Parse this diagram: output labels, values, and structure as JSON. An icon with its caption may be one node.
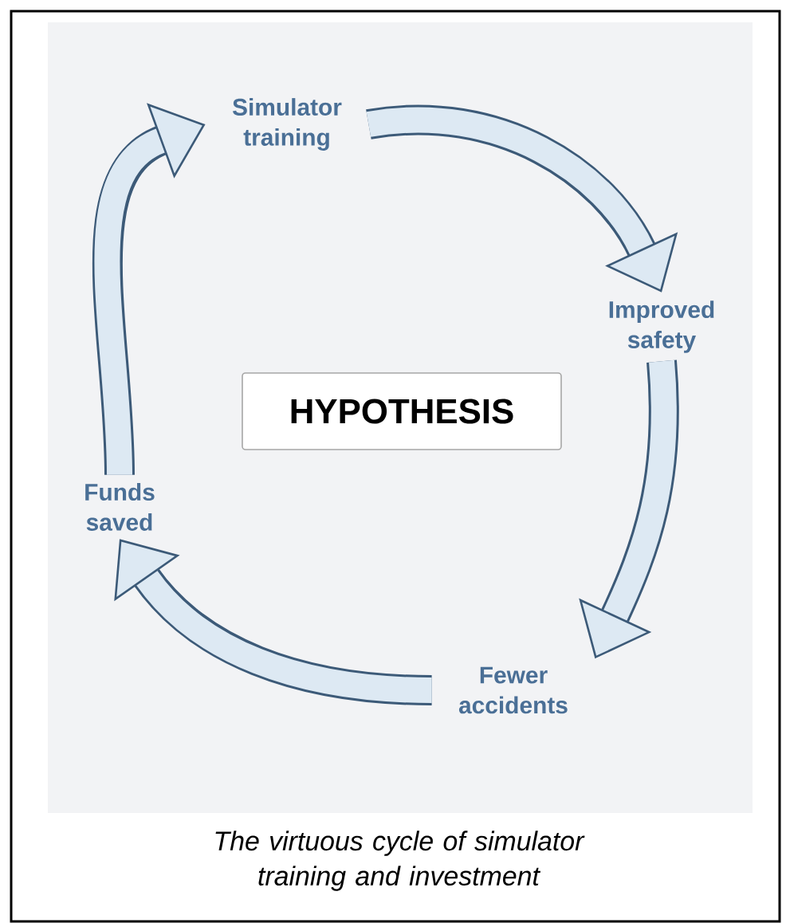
{
  "diagram": {
    "caption": "The virtuous cycle of simulator training and investment",
    "nodes": [
      {
        "text": [
          "Simulator training"
        ]
      },
      {
        "text": [
          "Improved safety"
        ]
      },
      {
        "text": [
          "Fewer accidents"
        ]
      },
      {
        "text": [
          "Funds saved"
        ]
      },
      {
        "text": [
          "HYPOTHESIS"
        ]
      }
    ],
    "edges": [
      {
        "from": 0,
        "to": 1,
        "arrow": "to"
      },
      {
        "from": 1,
        "to": 2,
        "arrow": "to"
      },
      {
        "from": 2,
        "to": 3,
        "arrow": "to"
      },
      {
        "from": 3,
        "to": 0,
        "arrow": "to"
      }
    ]
  }
}
